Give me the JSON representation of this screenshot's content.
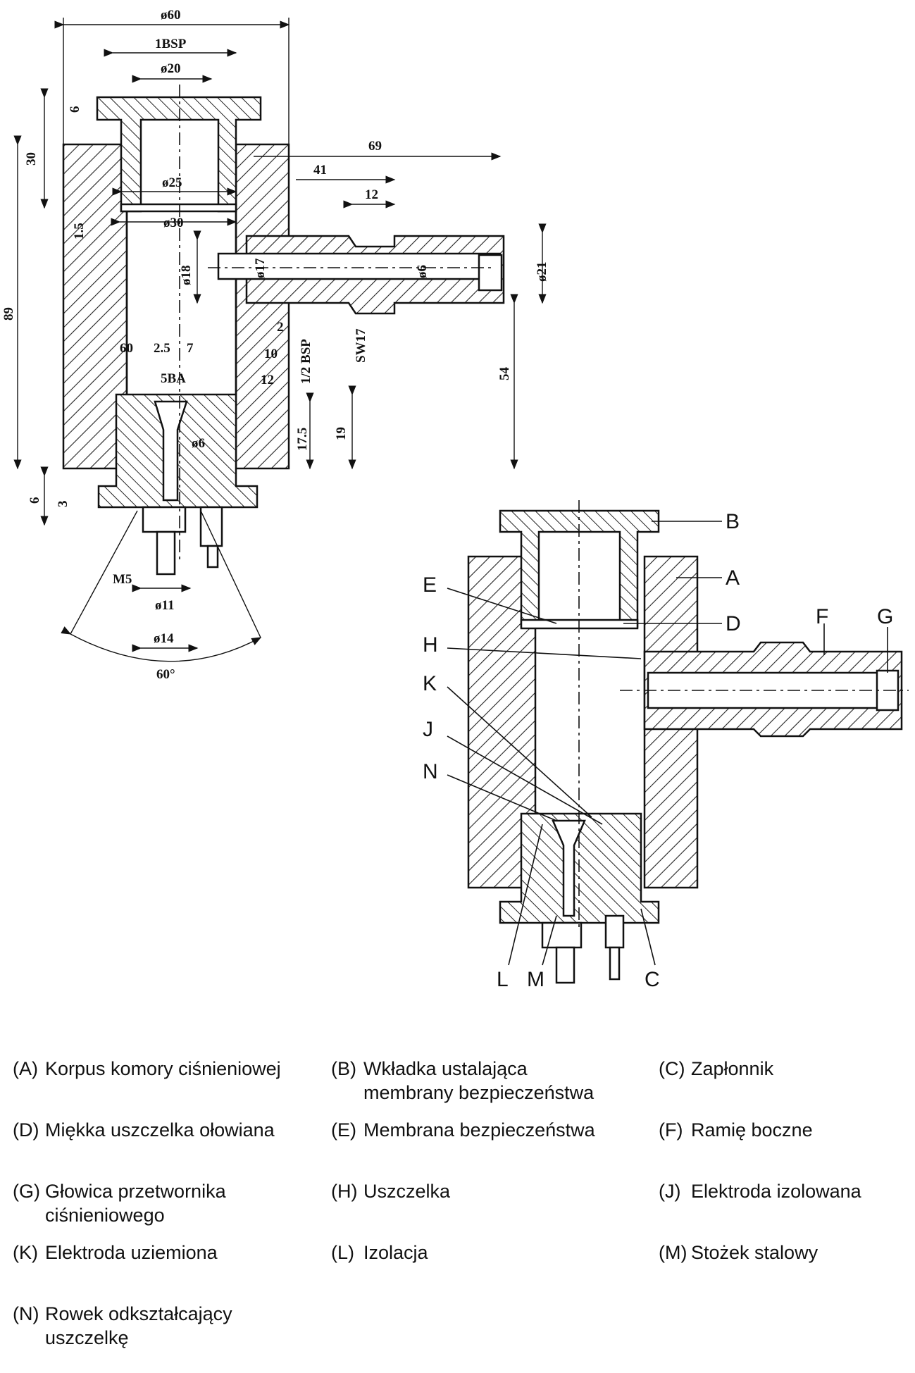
{
  "drawing1": {
    "dims": {
      "d60": "ø60",
      "bsp1": "1BSP",
      "d20": "ø20",
      "v6a": "6",
      "v30": "30",
      "d25": "ø25",
      "v1_5": "1.5",
      "d30": "ø30",
      "v89": "89",
      "d18": "ø18",
      "d17": "ø17",
      "d6a": "ø6",
      "h69": "69",
      "h41": "41",
      "h12a": "12",
      "d21": "ø21",
      "v54": "54",
      "v2": "2",
      "v10": "10",
      "v12b": "12",
      "bsp_half": "1/2 BSP",
      "sw17": "SW17",
      "a60": "60",
      "h2_5": "2.5",
      "h7": "7",
      "ba5": "5BA",
      "d6b": "ø6",
      "v17_5": "17.5",
      "v19": "19",
      "v6b": "6",
      "v3": "3",
      "m5": "M5",
      "d11": "ø11",
      "d14": "ø14",
      "a60deg": "60°"
    }
  },
  "drawing2": {
    "callouts": {
      "A": "A",
      "B": "B",
      "C": "C",
      "D": "D",
      "E": "E",
      "F": "F",
      "G": "G",
      "H": "H",
      "J": "J",
      "K": "K",
      "L": "L",
      "M": "M",
      "N": "N"
    }
  },
  "legend": [
    {
      "code": "(A)",
      "text": "Korpus komory ciśnieniowej",
      "cont": ""
    },
    {
      "code": "(B)",
      "text": "Wkładka ustalająca",
      "cont": "membrany bezpieczeństwa"
    },
    {
      "code": "(C)",
      "text": "Zapłonnik",
      "cont": ""
    },
    {
      "code": "(D)",
      "text": "Miękka uszczelka ołowiana",
      "cont": ""
    },
    {
      "code": "(E)",
      "text": "Membrana bezpieczeństwa",
      "cont": ""
    },
    {
      "code": "(F)",
      "text": "Ramię boczne",
      "cont": ""
    },
    {
      "code": "(G)",
      "text": "Głowica przetwornika",
      "cont": "ciśnieniowego"
    },
    {
      "code": "(H)",
      "text": "Uszczelka",
      "cont": ""
    },
    {
      "code": "(J)",
      "text": "Elektroda izolowana",
      "cont": ""
    },
    {
      "code": "(K)",
      "text": "Elektroda uziemiona",
      "cont": ""
    },
    {
      "code": "(L)",
      "text": "Izolacja",
      "cont": ""
    },
    {
      "code": "(M)",
      "text": "Stożek stalowy",
      "cont": ""
    },
    {
      "code": "(N)",
      "text": "Rowek odkształcający",
      "cont": "uszczelkę"
    }
  ]
}
